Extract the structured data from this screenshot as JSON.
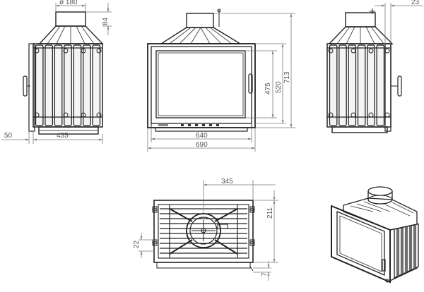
{
  "drawing": {
    "side_left": {
      "diameter": "ø 180",
      "top_height": "84",
      "offset": "50",
      "depth": "435"
    },
    "front": {
      "opening_height": "475",
      "inner_height": "520",
      "total_height": "713",
      "opening_width": "640",
      "total_width": "690"
    },
    "side_right": {
      "offset": "23"
    },
    "top_view": {
      "collar_offset": "345",
      "depth": "211",
      "rail": "22",
      "step": "7"
    }
  }
}
